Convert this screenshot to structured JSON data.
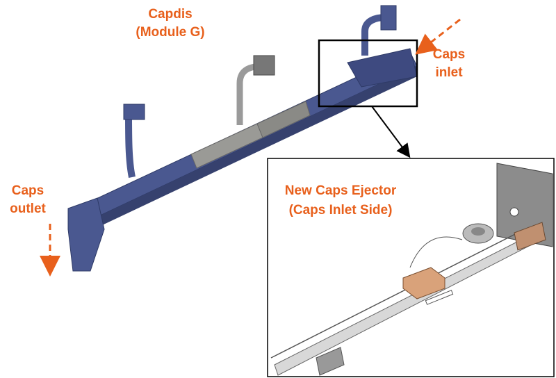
{
  "labels": {
    "module_title": "Capdis",
    "module_subtitle": "(Module G)",
    "inlet_line1": "Caps",
    "inlet_line2": "inlet",
    "outlet_line1": "Caps",
    "outlet_line2": "outlet",
    "inset_title": "New Caps Ejector",
    "inset_subtitle": "(Caps Inlet Side)"
  },
  "colors": {
    "accent": "#e8601c",
    "beam": "#4a5890",
    "beam_grey": "#8a8a8a",
    "ejector_block": "#d9a27a"
  }
}
